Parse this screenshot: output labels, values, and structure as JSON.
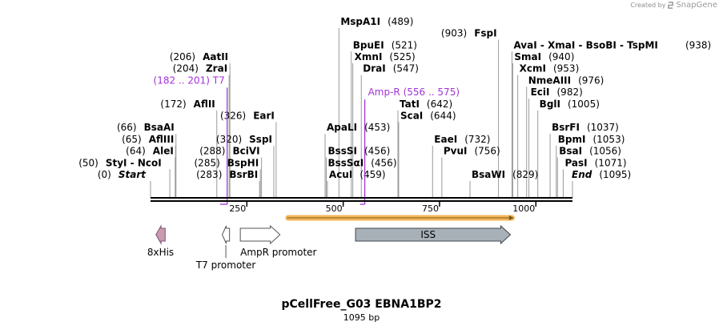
{
  "credit": {
    "created_by": "Created by",
    "brand": "SnapGene"
  },
  "title": "pCellFree_G03 EBNA1BP2",
  "subtitle": "1095 bp",
  "sequence_length": 1095,
  "ticks": [
    {
      "pos": 250,
      "label": "250"
    },
    {
      "pos": 500,
      "label": "500"
    },
    {
      "pos": 750,
      "label": "750"
    },
    {
      "pos": 1000,
      "label": "1000"
    }
  ],
  "sites": [
    {
      "row": 0,
      "pos": 0,
      "name": "Start",
      "num": "(0)",
      "side": "left",
      "style": "italic"
    },
    {
      "row": 1,
      "pos": 50,
      "name": "StyI  -  NcoI",
      "num": "(50)",
      "side": "left"
    },
    {
      "row": 2,
      "pos": 64,
      "name": "AleI",
      "num": "(64)",
      "side": "left"
    },
    {
      "row": 3,
      "pos": 65,
      "name": "AflIII",
      "num": "(65)",
      "side": "left"
    },
    {
      "row": 4,
      "pos": 66,
      "name": "BsaAI",
      "num": "(66)",
      "side": "left"
    },
    {
      "row": 6,
      "pos": 172,
      "name": "AflII",
      "num": "(172)",
      "side": "left"
    },
    {
      "row": 9,
      "pos": 204,
      "name": "ZraI",
      "num": "(204)",
      "side": "left"
    },
    {
      "row": 10,
      "pos": 206,
      "name": "AatII",
      "num": "(206)",
      "side": "left"
    },
    {
      "row": 0,
      "pos": 283,
      "name": "BsrBI",
      "num": "(283)",
      "side": "left"
    },
    {
      "row": 1,
      "pos": 285,
      "name": "BspHI",
      "num": "(285)",
      "side": "left"
    },
    {
      "row": 2,
      "pos": 288,
      "name": "BciVI",
      "num": "(288)",
      "side": "left"
    },
    {
      "row": 3,
      "pos": 320,
      "name": "SspI",
      "num": "(320)",
      "side": "left"
    },
    {
      "row": 5,
      "pos": 326,
      "name": "EarI",
      "num": "(326)",
      "side": "left"
    },
    {
      "row": 0,
      "pos": 459,
      "name": "AcuI",
      "num": "(459)",
      "side": "right"
    },
    {
      "row": 1,
      "pos": 456,
      "name": "BssSαI",
      "num": "(456)",
      "side": "right"
    },
    {
      "row": 2,
      "pos": 456,
      "name": "BssSI",
      "num": "(456)",
      "side": "right"
    },
    {
      "row": 4,
      "pos": 453,
      "name": "ApaLI",
      "num": "(453)",
      "side": "right"
    },
    {
      "row": 5,
      "pos": 644,
      "name": "ScaI",
      "num": "(644)",
      "side": "right"
    },
    {
      "row": 6,
      "pos": 642,
      "name": "TatI",
      "num": "(642)",
      "side": "right"
    },
    {
      "row": 9,
      "pos": 547,
      "name": "DraI",
      "num": "(547)",
      "side": "right"
    },
    {
      "row": 10,
      "pos": 525,
      "name": "XmnI",
      "num": "(525)",
      "side": "right"
    },
    {
      "row": 11,
      "pos": 521,
      "name": "BpuEI",
      "num": "(521)",
      "side": "right"
    },
    {
      "row": 13,
      "pos": 489,
      "name": "MspA1I",
      "num": "(489)",
      "side": "right"
    },
    {
      "row": 0,
      "pos": 829,
      "name": "BsaWI",
      "num": "(829)",
      "side": "right"
    },
    {
      "row": 2,
      "pos": 756,
      "name": "PvuI",
      "num": "(756)",
      "side": "right"
    },
    {
      "row": 3,
      "pos": 732,
      "name": "EaeI",
      "num": "(732)",
      "side": "right"
    },
    {
      "row": 0,
      "pos": 1095,
      "name": "End",
      "num": "(1095)",
      "side": "right",
      "style": "italic"
    },
    {
      "row": 1,
      "pos": 1071,
      "name": "PasI",
      "num": "(1071)",
      "side": "right"
    },
    {
      "row": 2,
      "pos": 1056,
      "name": "BsaI",
      "num": "(1056)",
      "side": "right"
    },
    {
      "row": 3,
      "pos": 1053,
      "name": "BpmI",
      "num": "(1053)",
      "side": "right"
    },
    {
      "row": 4,
      "pos": 1037,
      "name": "BsrFI",
      "num": "(1037)",
      "side": "right"
    },
    {
      "row": 6,
      "pos": 1005,
      "name": "BglI",
      "num": "(1005)",
      "side": "right"
    },
    {
      "row": 7,
      "pos": 982,
      "name": "EciI",
      "num": "(982)",
      "side": "right"
    },
    {
      "row": 8,
      "pos": 976,
      "name": "NmeAIII",
      "num": "(976)",
      "side": "right"
    },
    {
      "row": 9,
      "pos": 953,
      "name": "XcmI",
      "num": "(953)",
      "side": "right"
    },
    {
      "row": 10,
      "pos": 940,
      "name": "SmaI",
      "num": "(940)",
      "side": "right"
    },
    {
      "row": 11,
      "pos": 938,
      "name": "AvaI  -  XmaI  -  BsoBI  -  TspMI",
      "num": "(938)",
      "side": "right"
    },
    {
      "row": 12,
      "pos": 903,
      "name": "FspI",
      "num": "(903)",
      "side": "left"
    }
  ],
  "primers": [
    {
      "name": "T7",
      "range": "(182 .. 201)",
      "start": 182,
      "end": 201,
      "row": 8,
      "side": "left",
      "color": "#a233d6"
    },
    {
      "name": "Amp-R",
      "range": "(556 .. 575)",
      "start": 556,
      "end": 575,
      "row": 7,
      "side": "right",
      "color": "#a233d6"
    }
  ],
  "orf": {
    "start": 350,
    "end": 945,
    "color": "#f2a93b",
    "stroke": "#7a5a1e"
  },
  "features": [
    {
      "name": "8xHis",
      "start": 14,
      "end": 38,
      "direction": "left",
      "fill": "#c99ab0",
      "stroke": "#7a5570",
      "label_inside": false
    },
    {
      "name": "T7 promoter",
      "start": 186,
      "end": 205,
      "direction": "left",
      "fill": "#ffffff",
      "stroke": "#555555",
      "label_inside": false
    },
    {
      "name": "AmpR promoter",
      "start": 233,
      "end": 336,
      "direction": "right",
      "fill": "#ffffff",
      "stroke": "#555555",
      "label_inside": false
    },
    {
      "name": "ISS",
      "start": 532,
      "end": 934,
      "direction": "right",
      "fill": "#a8b1b8",
      "stroke": "#3f464c",
      "label_inside": true
    }
  ],
  "colors": {
    "backbone": "#000000",
    "primer": "#a233d6",
    "site_line": "#9a9a9a"
  }
}
